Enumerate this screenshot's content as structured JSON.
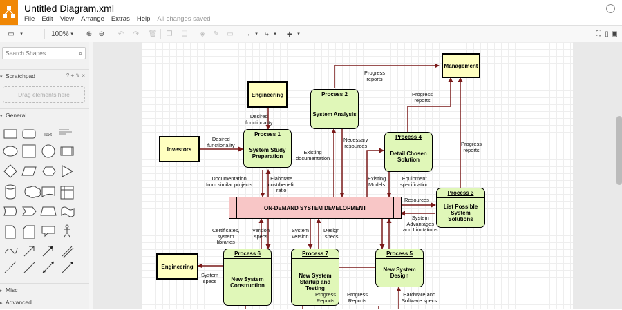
{
  "app": {
    "title": "Untitled Diagram.xml",
    "menu": [
      "File",
      "Edit",
      "View",
      "Arrange",
      "Extras",
      "Help"
    ],
    "status": "All changes saved"
  },
  "toolbar": {
    "zoom": "100%"
  },
  "sidebar": {
    "search_placeholder": "Search Shapes",
    "scratchpad": "Scratchpad",
    "scratchpad_tools": "? + ✎ ×",
    "drop_hint": "Drag elements here",
    "general": "General",
    "shape_text": "Text",
    "misc": "Misc",
    "advanced": "Advanced"
  },
  "diagram": {
    "entities": {
      "management": "Management",
      "engineering_top": "Engineering",
      "investors": "Investors",
      "engineering_bottom": "Engineering"
    },
    "processes": {
      "p1": {
        "head": "Process 1",
        "body": "System Study Preparation"
      },
      "p2": {
        "head": "Process 2",
        "body": "System Analysis"
      },
      "p3": {
        "head": "Process 3",
        "body": "List Possible System Solutions"
      },
      "p4": {
        "head": "Process 4",
        "body": "Detail Chosen Solution"
      },
      "p5": {
        "head": "Process 5",
        "body": "New System Design"
      },
      "p6": {
        "head": "Process 6",
        "body": "New System Construction"
      },
      "p7": {
        "head": "Process 7",
        "body": "New System Startup and Testing"
      }
    },
    "store": "ON-DEMAND SYSTEM DEVELOPMENT",
    "labels": {
      "progress_reports_1": "Progress\nreports",
      "progress_reports_2": "Progress\nreports",
      "progress_reports_3": "Progress\nreports",
      "desired_functionality_1": "Desired\nfunctionality",
      "desired_functionality_2": "Desired\nfunctionality",
      "existing_documentation": "Existing\ndocumentation",
      "necessary_resources": "Necessary\nresources",
      "documentation_similar": "Documentation\nfrom similar projects",
      "elaborate_cost": "Elaborate\ncost/benefit\nratio",
      "existing_models": "Existing\nModels",
      "equipment_spec": "Equipment\nspecification",
      "resources": "Resources",
      "system_advantages": "System\nAdvantages\nand Limitations",
      "certificates": "Certificates,\nsystem\nlibraries",
      "version_specs": "Version\nspecs",
      "system_version": "System\nversion",
      "design_specs": "Design\nspecs",
      "system_specs": "System\nspecs",
      "progress_reports_4": "Progress\nReports",
      "progress_reports_5": "Progress\nReports",
      "hardware_software": "Hardware and\nSoftware specs"
    }
  }
}
